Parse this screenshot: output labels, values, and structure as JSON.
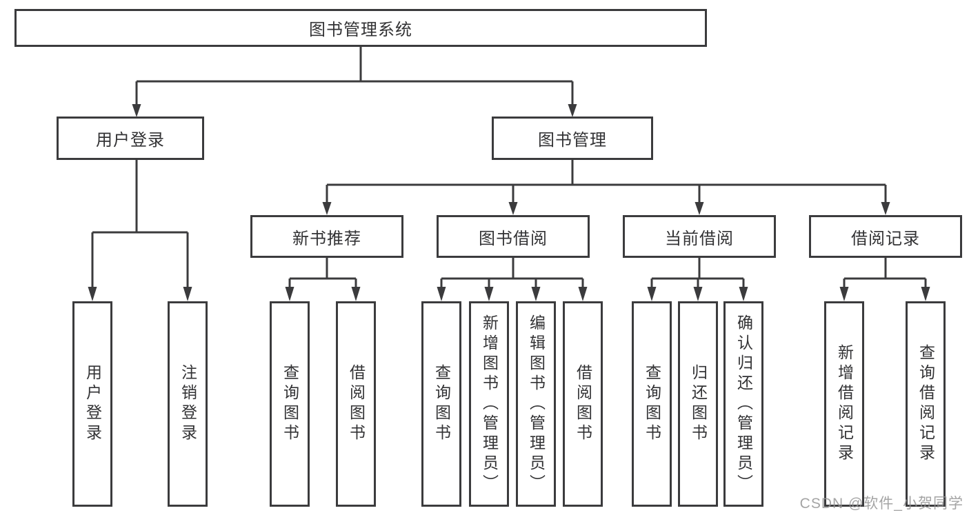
{
  "tree": {
    "root": {
      "label": "图书管理系统",
      "children": [
        {
          "label": "用户登录",
          "children": [
            {
              "label": "用户登录"
            },
            {
              "label": "注销登录"
            }
          ]
        },
        {
          "label": "图书管理",
          "children": [
            {
              "label": "新书推荐",
              "children": [
                {
                  "label": "查询图书"
                },
                {
                  "label": "借阅图书"
                }
              ]
            },
            {
              "label": "图书借阅",
              "children": [
                {
                  "label": "查询图书"
                },
                {
                  "label": "新增图书（管理员）"
                },
                {
                  "label": "编辑图书（管理员）"
                },
                {
                  "label": "借阅图书"
                }
              ]
            },
            {
              "label": "当前借阅",
              "children": [
                {
                  "label": "查询图书"
                },
                {
                  "label": "归还图书"
                },
                {
                  "label": "确认归还（管理员）"
                }
              ]
            },
            {
              "label": "借阅记录",
              "children": [
                {
                  "label": "新增借阅记录"
                },
                {
                  "label": "查询借阅记录"
                }
              ]
            }
          ]
        }
      ]
    }
  },
  "watermark": {
    "text": "CSDN @软件_小贺同学"
  },
  "colors": {
    "line": "#3b3b3d",
    "text": "#323234",
    "watermark": "#949494",
    "background": "#ffffff"
  }
}
